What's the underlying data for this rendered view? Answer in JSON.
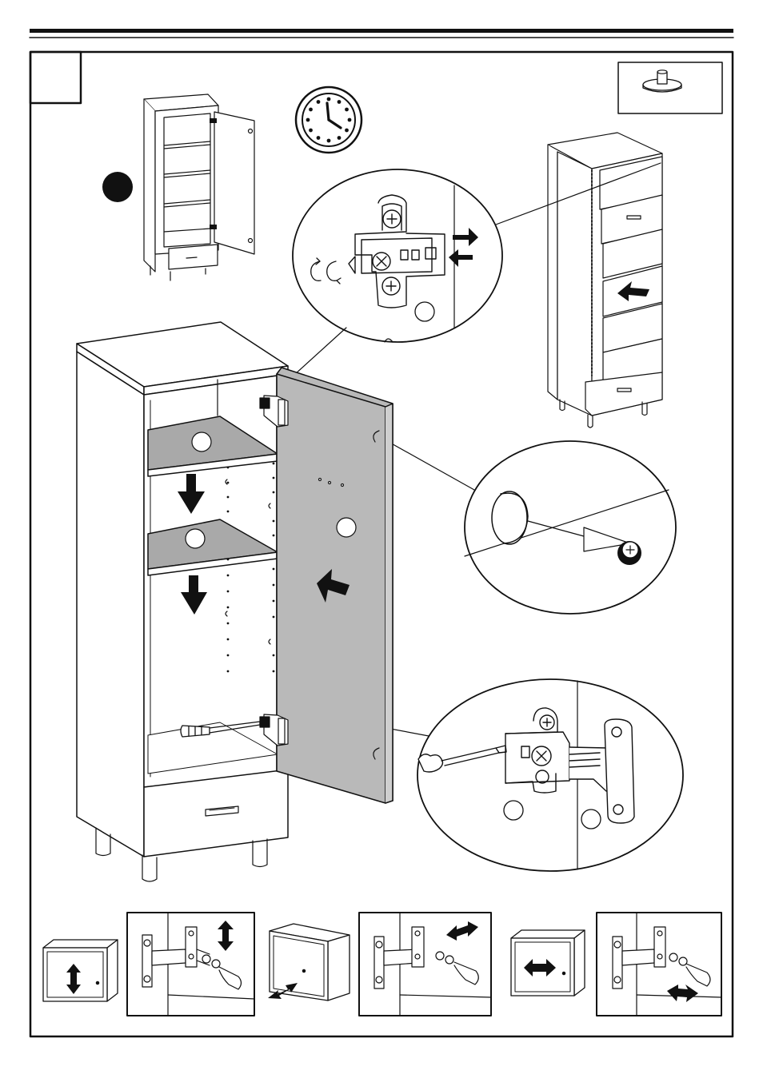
{
  "page": {
    "step_number": "",
    "colors": {
      "ink": "#111111",
      "panel_gray": "#b9b9b9",
      "shelf_gray": "#a9a9a9",
      "paper": "#ffffff"
    }
  },
  "icons": {
    "time": "clock-icon",
    "part": "foot-pad-icon",
    "step_dot": "filled-dot-icon",
    "adjust_vertical": "arrow-up-down-icon",
    "adjust_depth": "arrow-diagonal-icon",
    "adjust_horizontal": "arrow-left-right-icon"
  },
  "adjustments": [
    {
      "name": "vertical",
      "icon": "arrow-up-down-icon"
    },
    {
      "name": "depth",
      "icon": "arrow-diagonal-icon"
    },
    {
      "name": "horizontal",
      "icon": "arrow-left-right-icon"
    }
  ]
}
